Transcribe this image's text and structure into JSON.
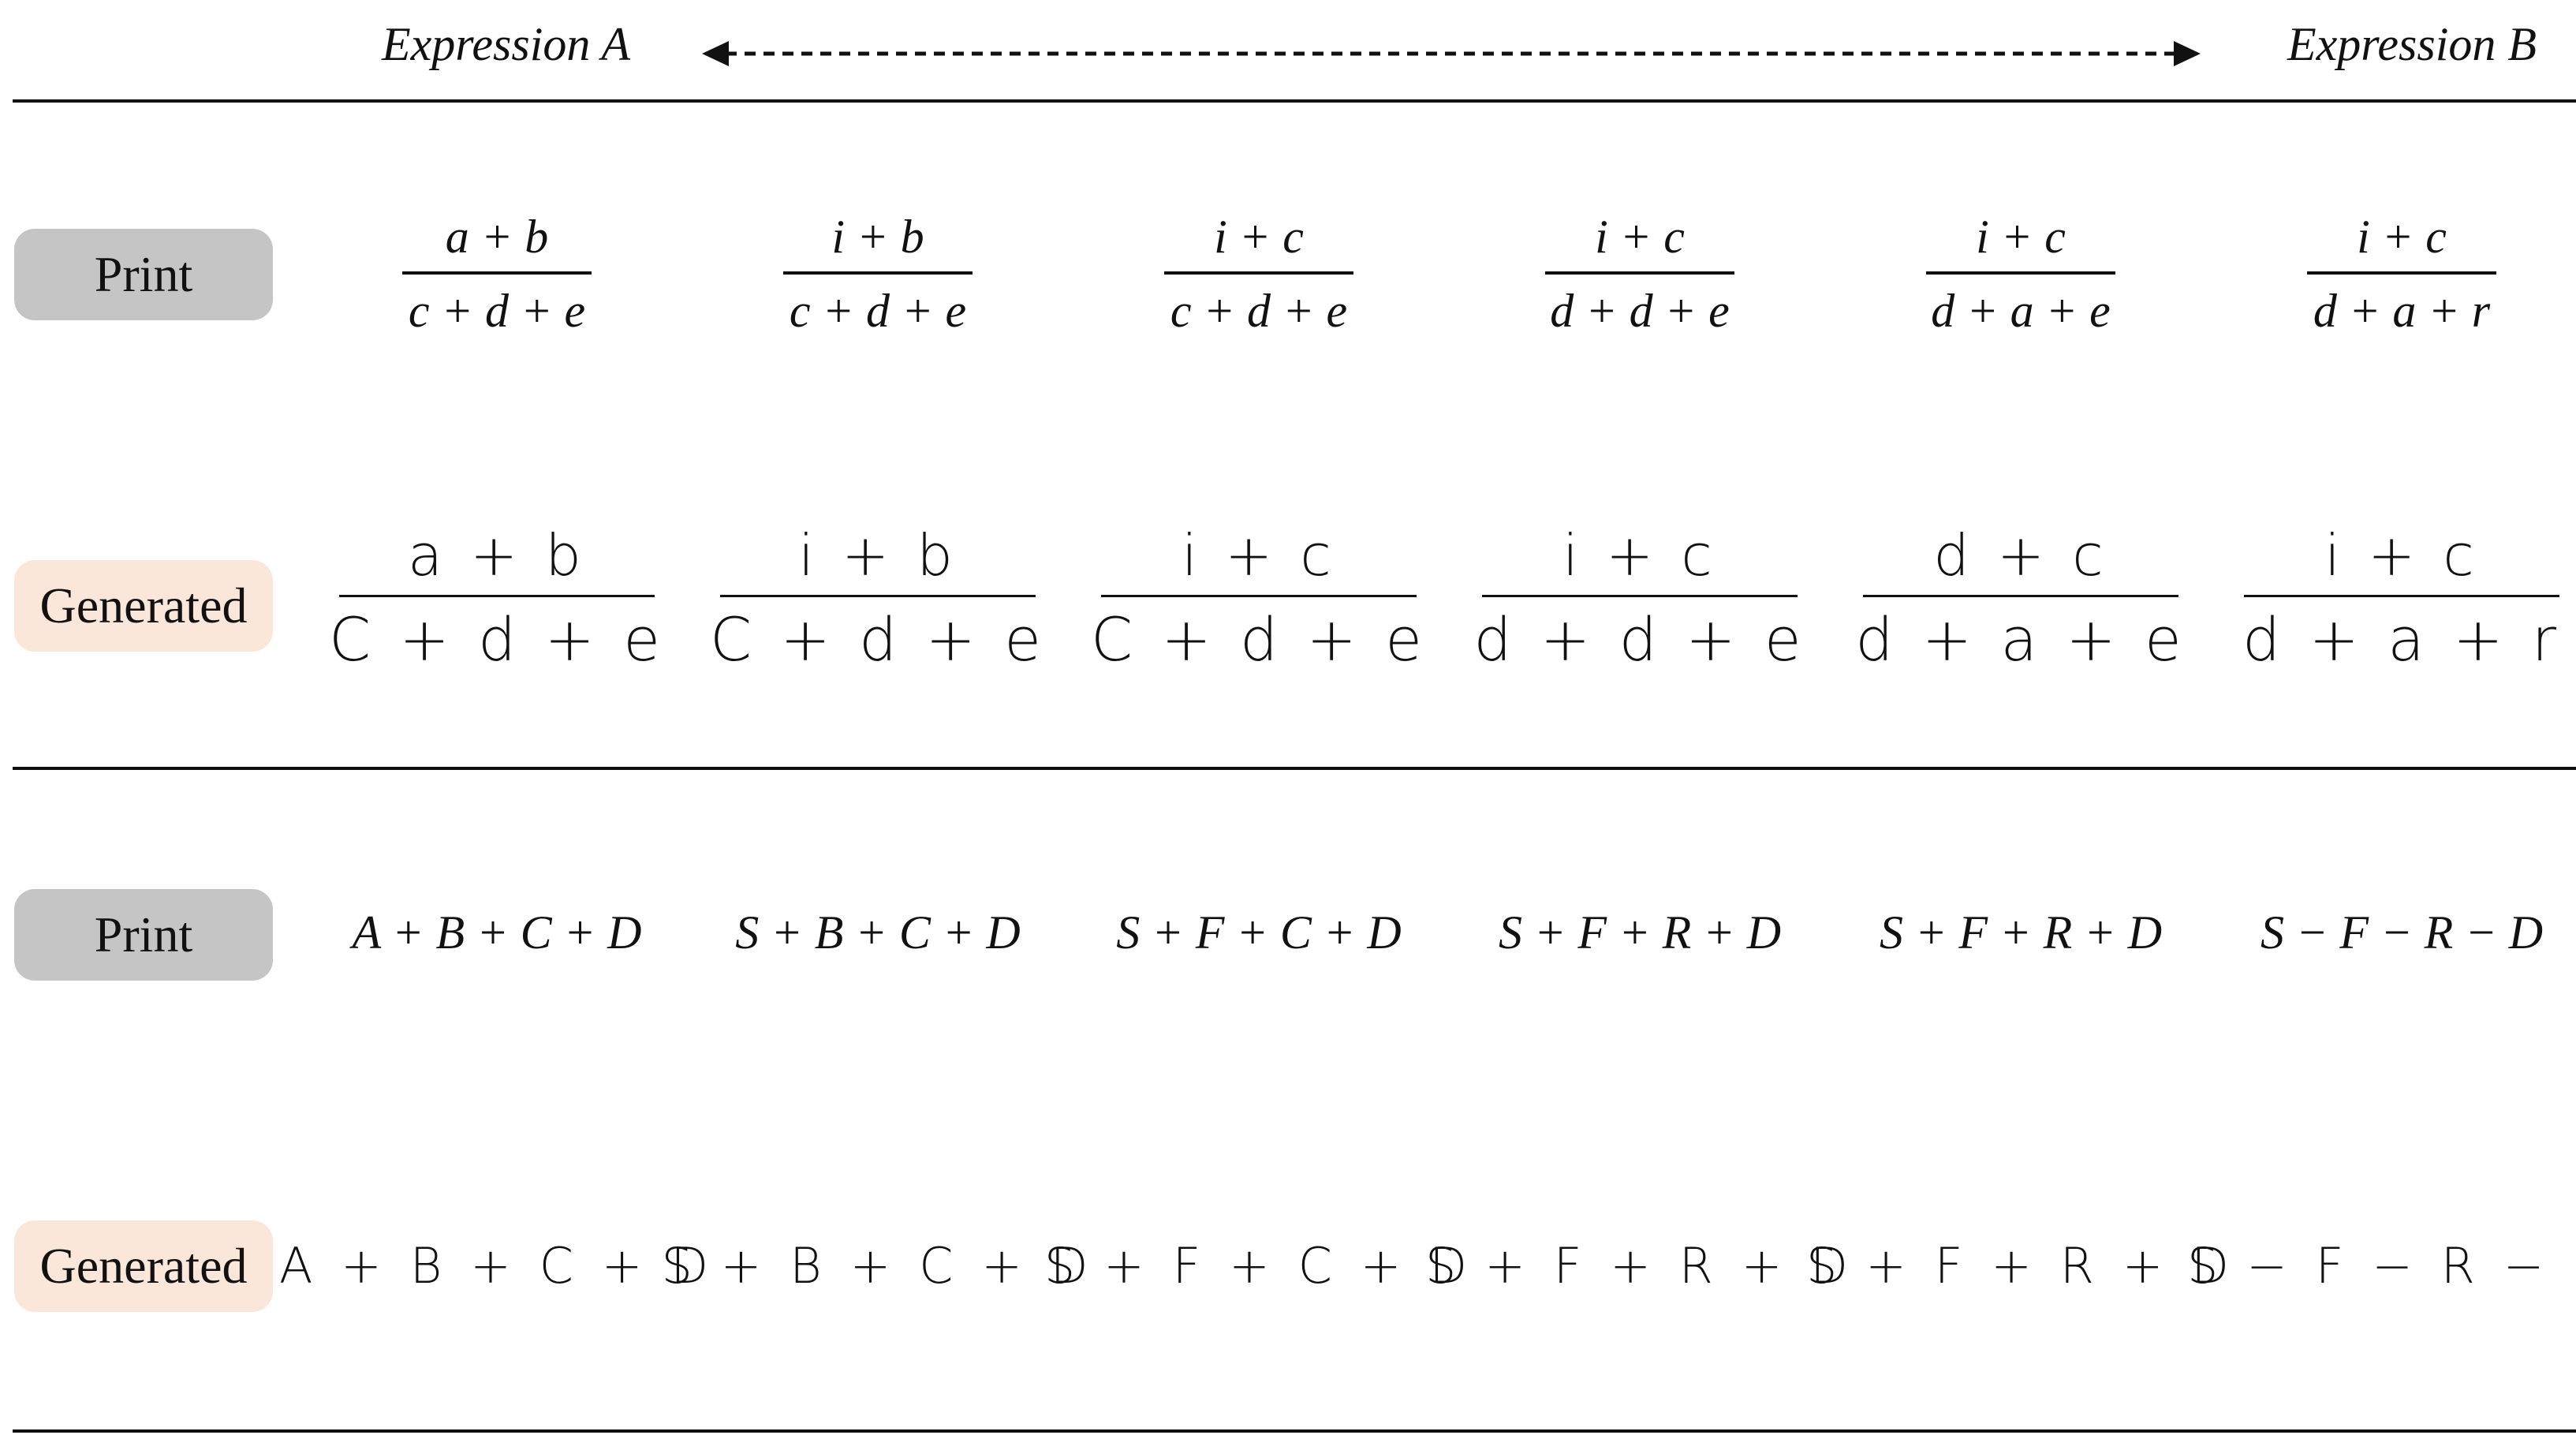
{
  "header": {
    "expression_a": "Expression A",
    "expression_b": "Expression B"
  },
  "rows": [
    {
      "label": "Print",
      "style": "print",
      "kind": "fraction",
      "items": [
        {
          "num": "a + b",
          "den": "c + d + e"
        },
        {
          "num": "i + b",
          "den": "c + d + e"
        },
        {
          "num": "i + c",
          "den": "c + d + e"
        },
        {
          "num": "i + c",
          "den": "d + d + e"
        },
        {
          "num": "i + c",
          "den": "d + a + e"
        },
        {
          "num": "i + c",
          "den": "d + a + r"
        }
      ]
    },
    {
      "label": "Generated",
      "style": "generated",
      "kind": "fraction",
      "items": [
        {
          "num": "a + b",
          "den": "C + d + e"
        },
        {
          "num": "i + b",
          "den": "C + d + e"
        },
        {
          "num": "i + c",
          "den": "C + d + e"
        },
        {
          "num": "i + c",
          "den": "d + d + e"
        },
        {
          "num": "d + c",
          "den": "d + a + e"
        },
        {
          "num": "i + c",
          "den": "d + a + r"
        }
      ]
    },
    {
      "label": "Print",
      "style": "print",
      "kind": "inline",
      "items": [
        "A + B + C + D",
        "S + B + C + D",
        "S + F + C + D",
        "S + F + R + D",
        "S + F + R + D",
        "S − F − R − D"
      ]
    },
    {
      "label": "Generated",
      "style": "generated",
      "kind": "inline",
      "items": [
        "A + B + C + D",
        "S + B + C + D",
        "S + F + C + D",
        "S + F + R + D",
        "S + F + R + D",
        "S − F − R − D"
      ]
    }
  ],
  "colors": {
    "print_pill": "#c5c5c5",
    "generated_pill": "#fae7d9",
    "ink": "#111111"
  }
}
